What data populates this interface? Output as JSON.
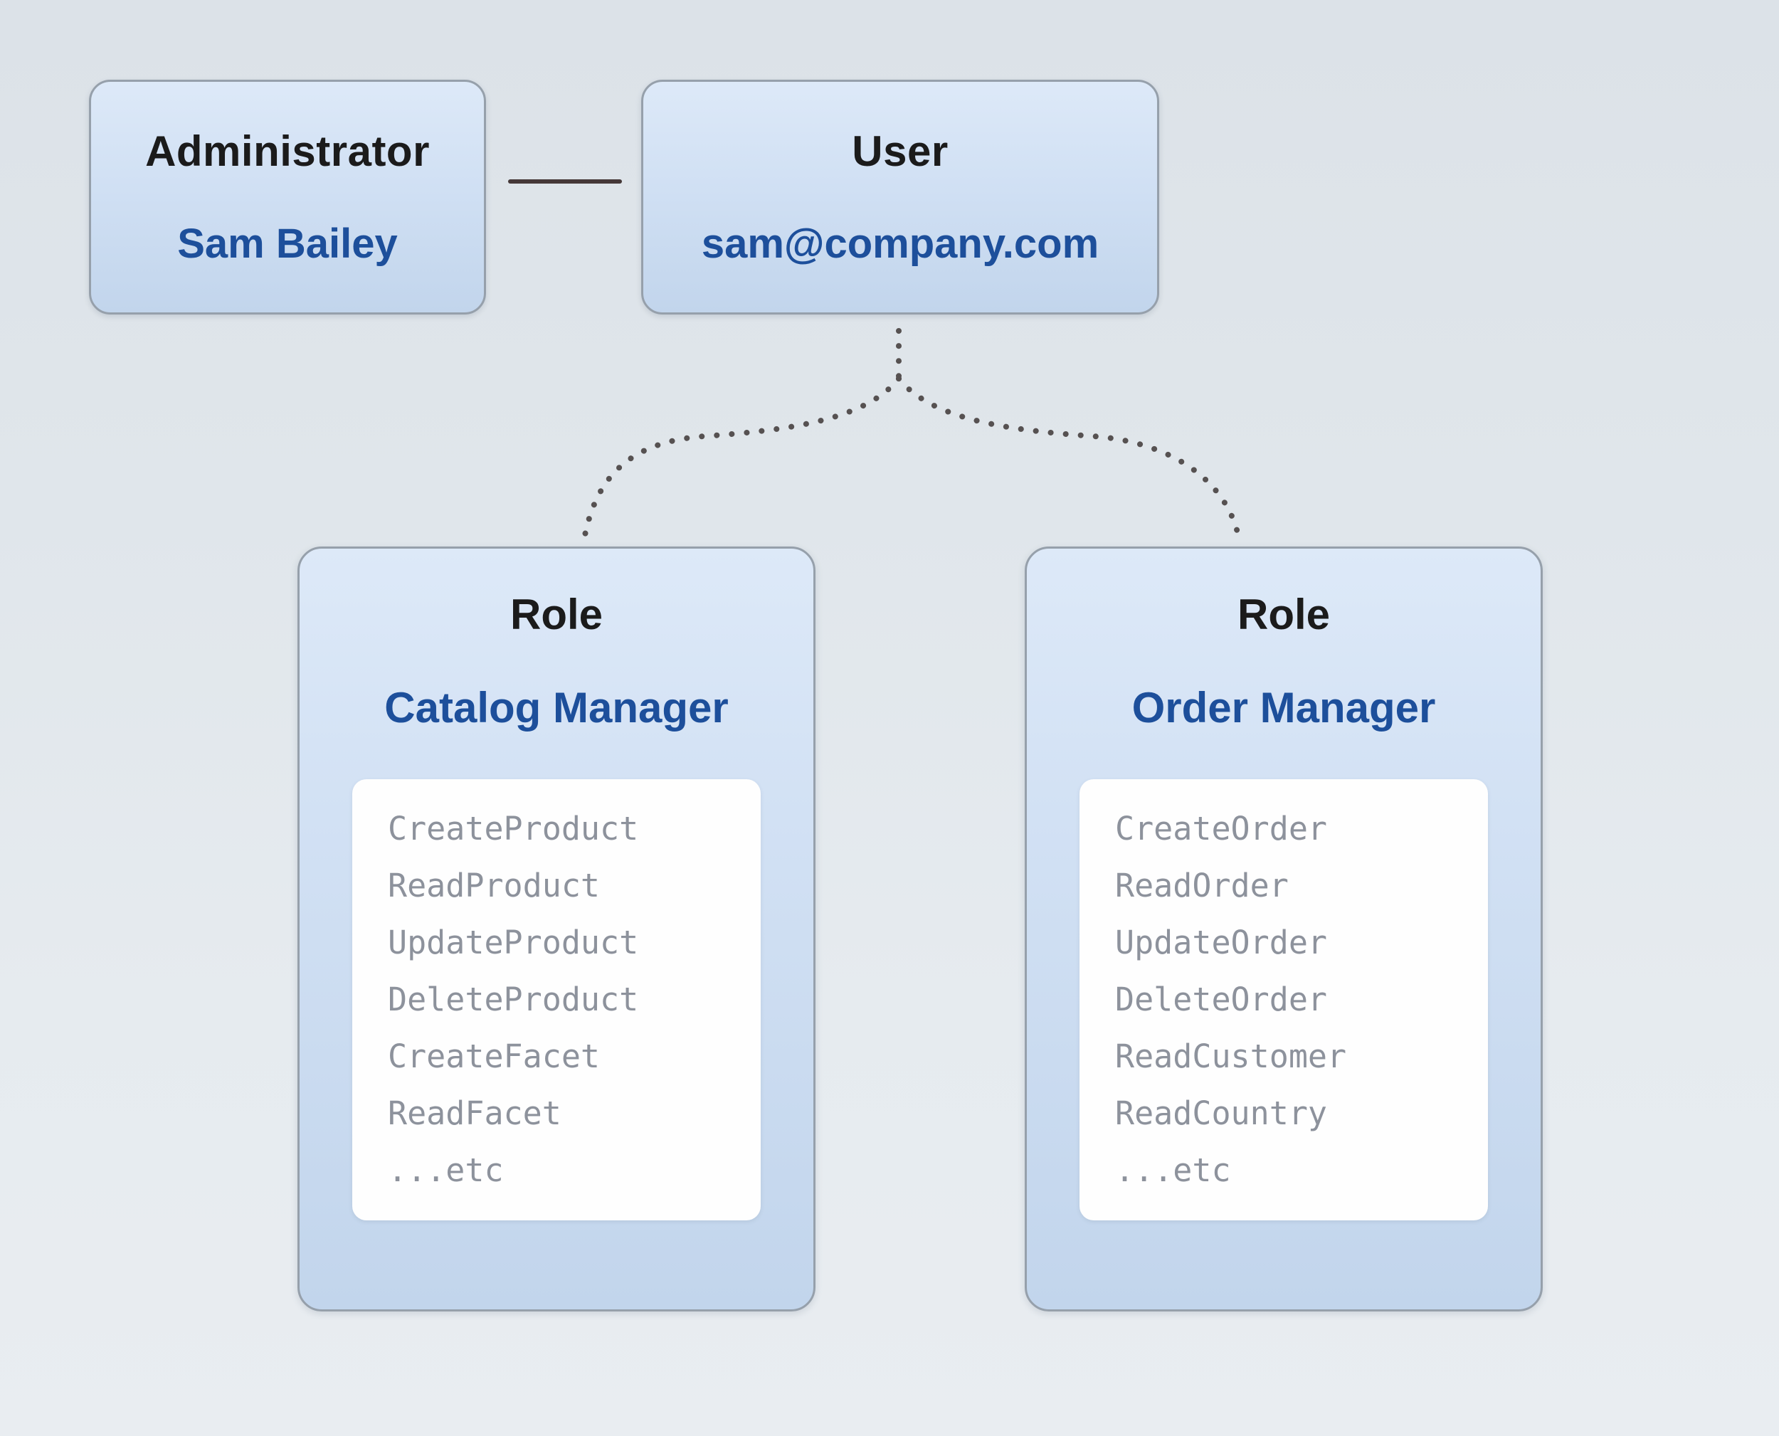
{
  "admin_box": {
    "title": "Administrator",
    "name": "Sam Bailey"
  },
  "user_box": {
    "title": "User",
    "email": "sam@company.com"
  },
  "roles": [
    {
      "title": "Role",
      "name": "Catalog Manager",
      "permissions": [
        "CreateProduct",
        "ReadProduct",
        "UpdateProduct",
        "DeleteProduct",
        "CreateFacet",
        "ReadFacet",
        "...etc"
      ]
    },
    {
      "title": "Role",
      "name": "Order Manager",
      "permissions": [
        "CreateOrder",
        "ReadOrder",
        "UpdateOrder",
        "DeleteOrder",
        "ReadCustomer",
        "ReadCountry",
        "...etc"
      ]
    }
  ],
  "colors": {
    "accent_blue": "#1d4f9b",
    "box_border": "#96a0ab",
    "box_fill_top": "#dde9f8",
    "box_fill_bottom": "#c2d5ec",
    "solid_connector": "#453838",
    "dotted_connector": "#565151",
    "permission_text": "#8d929c"
  }
}
